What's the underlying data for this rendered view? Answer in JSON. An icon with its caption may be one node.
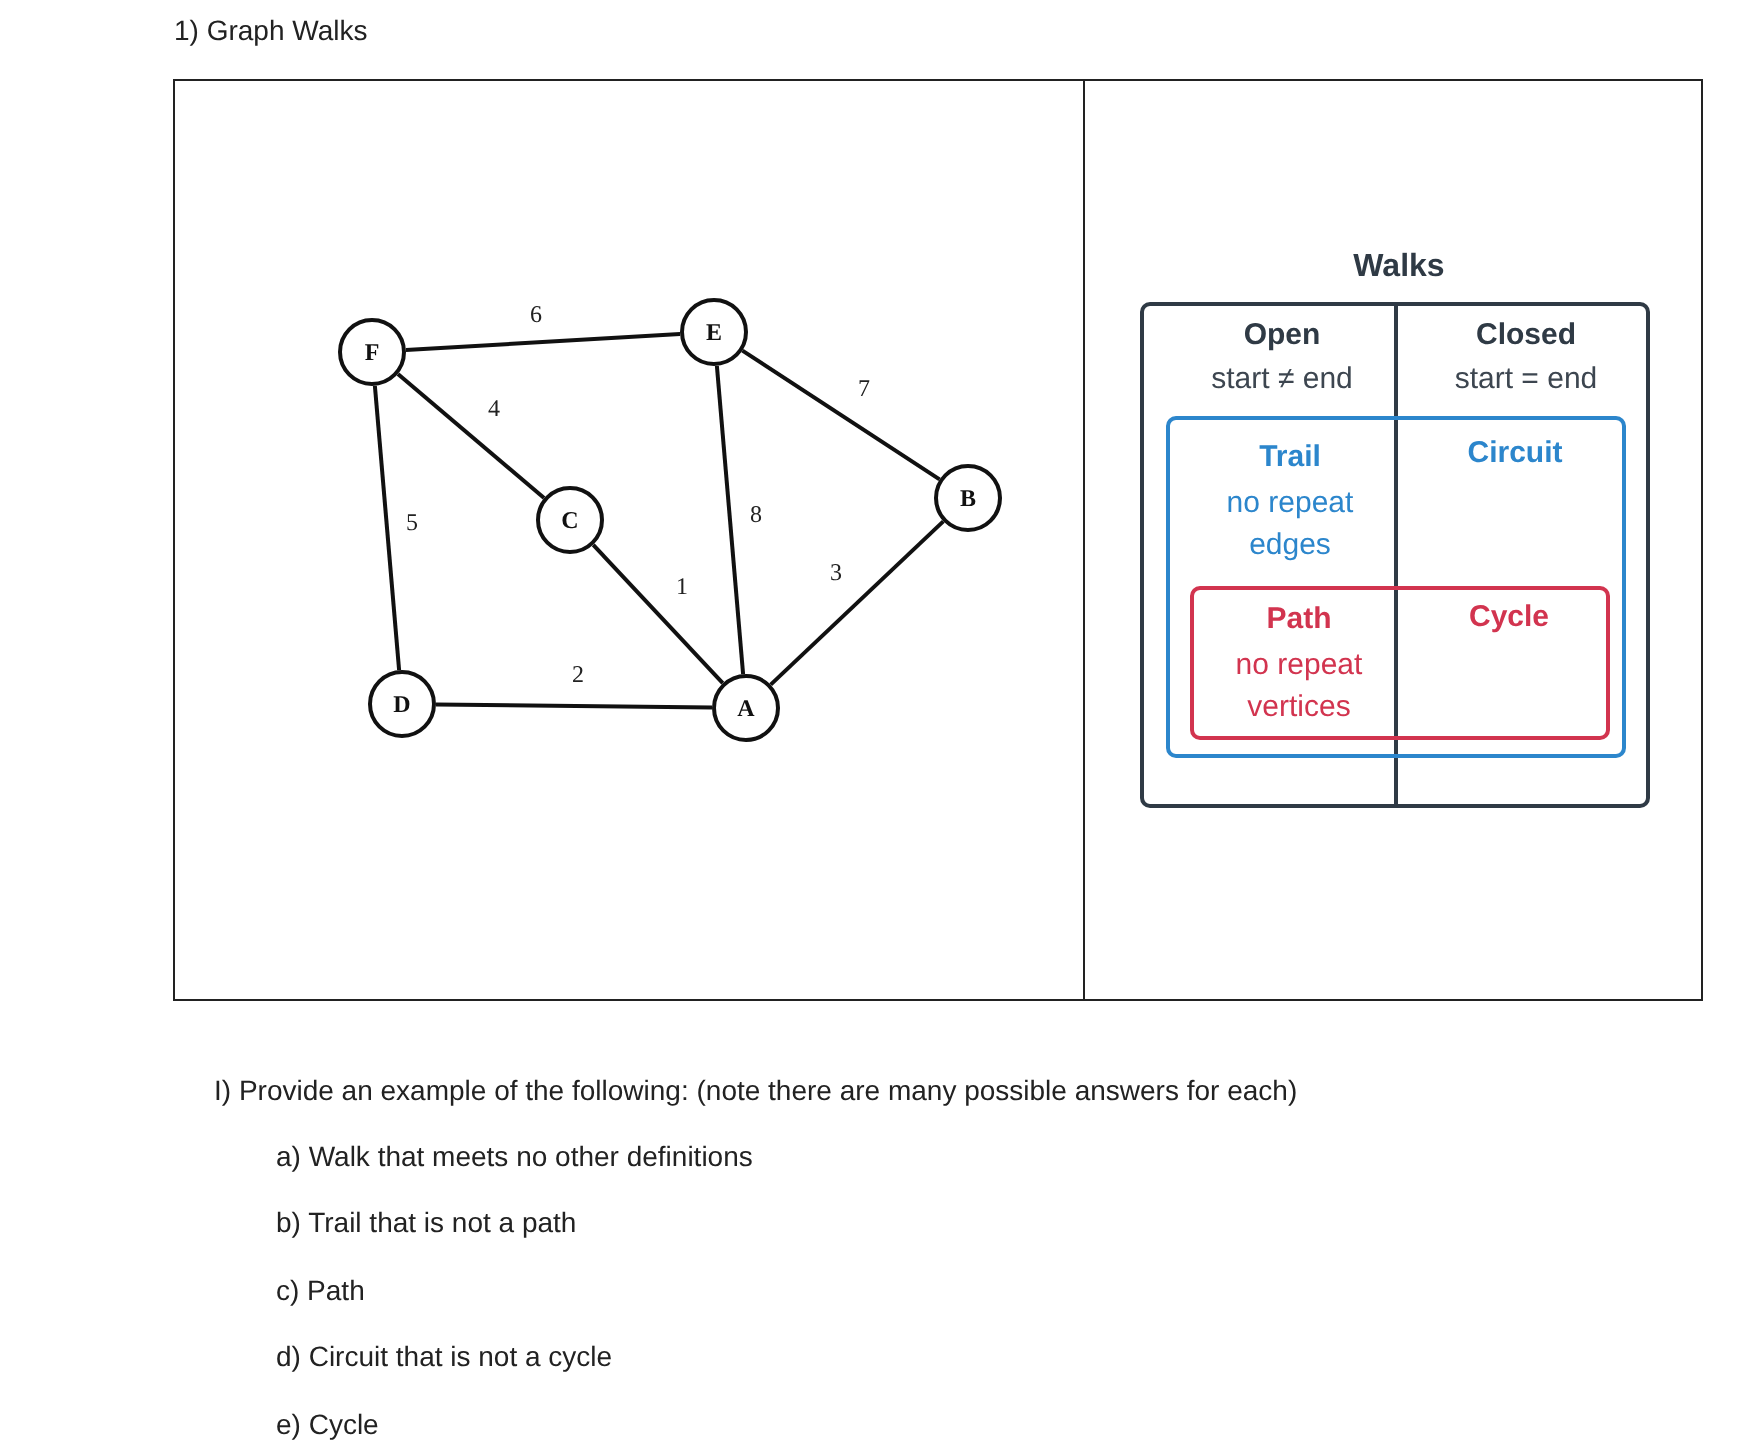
{
  "diagram": {
    "title": "1) Graph Walks",
    "nodes": [
      {
        "text": [
          "F"
        ]
      },
      {
        "text": [
          "E"
        ]
      },
      {
        "text": [
          "C"
        ]
      },
      {
        "text": [
          "B"
        ]
      },
      {
        "text": [
          "D"
        ]
      },
      {
        "text": [
          "A"
        ]
      },
      {
        "text": [
          "Walks",
          "Open",
          "start ≠ end",
          "Closed",
          "start = end"
        ]
      },
      {
        "text": [
          "Trail",
          "no repeat edges",
          "Circuit"
        ],
        "in": 6
      },
      {
        "text": [
          "Path",
          "no repeat vertices",
          "Cycle"
        ],
        "in": 7
      }
    ],
    "edges": [
      {
        "from": 0,
        "to": 1,
        "arrow": "none",
        "label": "6"
      },
      {
        "from": 0,
        "to": 2,
        "arrow": "none",
        "label": "4"
      },
      {
        "from": 0,
        "to": 4,
        "arrow": "none",
        "label": "5"
      },
      {
        "from": 1,
        "to": 3,
        "arrow": "none",
        "label": "7"
      },
      {
        "from": 1,
        "to": 5,
        "arrow": "none",
        "label": "8"
      },
      {
        "from": 2,
        "to": 5,
        "arrow": "none",
        "label": "1"
      },
      {
        "from": 3,
        "to": 5,
        "arrow": "none",
        "label": "3"
      },
      {
        "from": 4,
        "to": 5,
        "arrow": "none",
        "label": "2"
      }
    ],
    "labels": [
      "I) Provide an example of the following: (note there are many possible answers for each)",
      "a) Walk that meets no other definitions",
      "b) Trail that is not a path",
      "c) Path",
      "d) Circuit that is not a cycle",
      "e) Cycle"
    ]
  }
}
